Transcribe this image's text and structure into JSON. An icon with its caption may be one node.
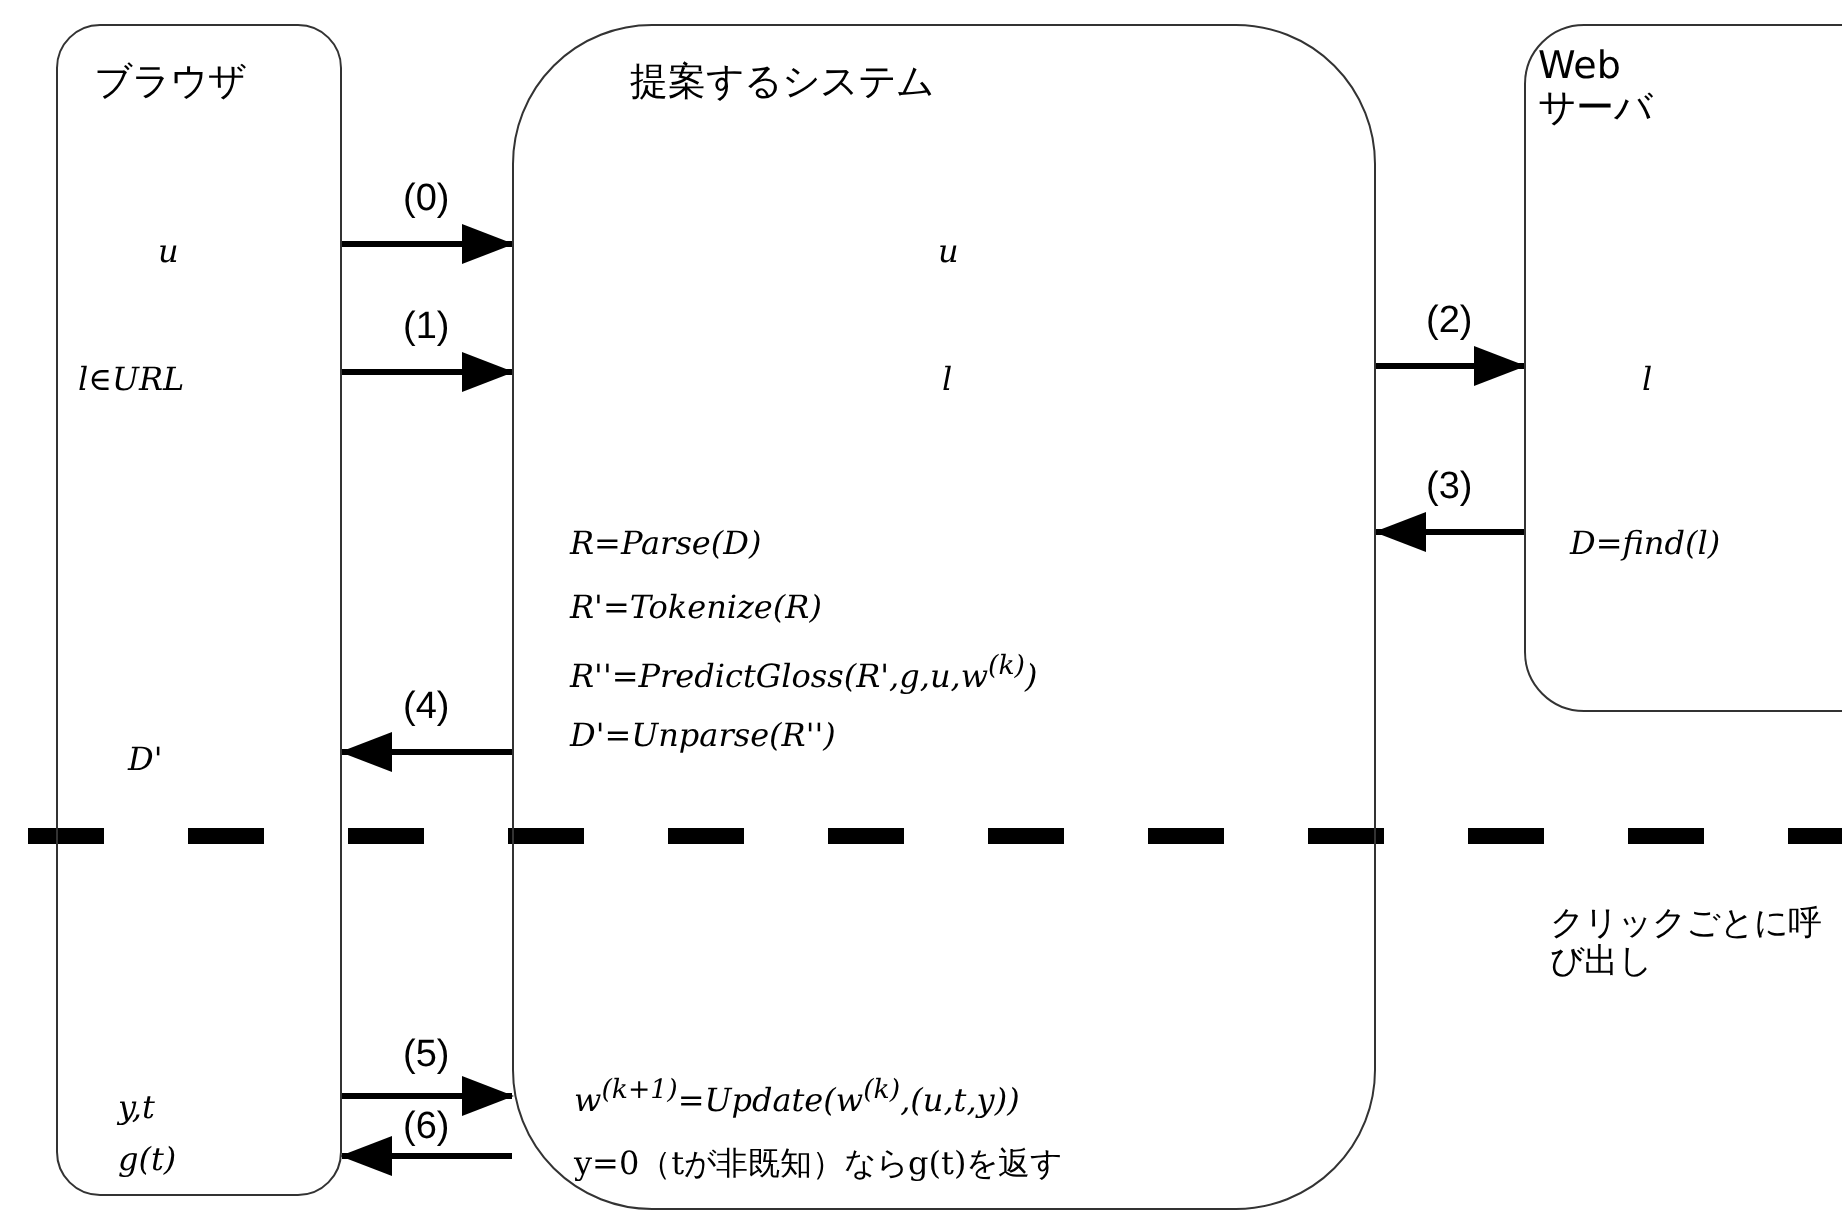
{
  "diagram": {
    "nodes": [
      {
        "text": [
          "ブラウザ",
          "u",
          "l∈URL",
          "D'",
          "y,t",
          "g(t)"
        ]
      },
      {
        "text": [
          "提案するシステム",
          "u",
          "l",
          "R=Parse(D)",
          "R'=Tokenize(R)",
          "R''=PredictGloss(R',g,u,w$^{(k)}$)",
          "D'=Unparse(R'')",
          "w$^{(k+1)}$=Update(w$^{(k)}$,(u,t,y))",
          "y=0（tが非既知）ならg(t)を返す"
        ]
      },
      {
        "text": [
          "Web サーバ",
          "l",
          "D=find(l)"
        ]
      }
    ],
    "edges": [
      {
        "from": 0,
        "to": 1,
        "arrow": "to",
        "label": "(0)"
      },
      {
        "from": 0,
        "to": 1,
        "arrow": "to",
        "label": "(1)"
      },
      {
        "from": 1,
        "to": 2,
        "arrow": "to",
        "label": "(2)"
      },
      {
        "from": 2,
        "to": 1,
        "arrow": "to",
        "label": "(3)"
      },
      {
        "from": 1,
        "to": 0,
        "arrow": "to",
        "label": "(4)"
      },
      {
        "from": 0,
        "to": 1,
        "arrow": "to",
        "label": "(5)"
      },
      {
        "from": 1,
        "to": 0,
        "arrow": "to",
        "label": "(6)"
      }
    ],
    "labels": [
      "クリックごとに呼び出し"
    ]
  }
}
